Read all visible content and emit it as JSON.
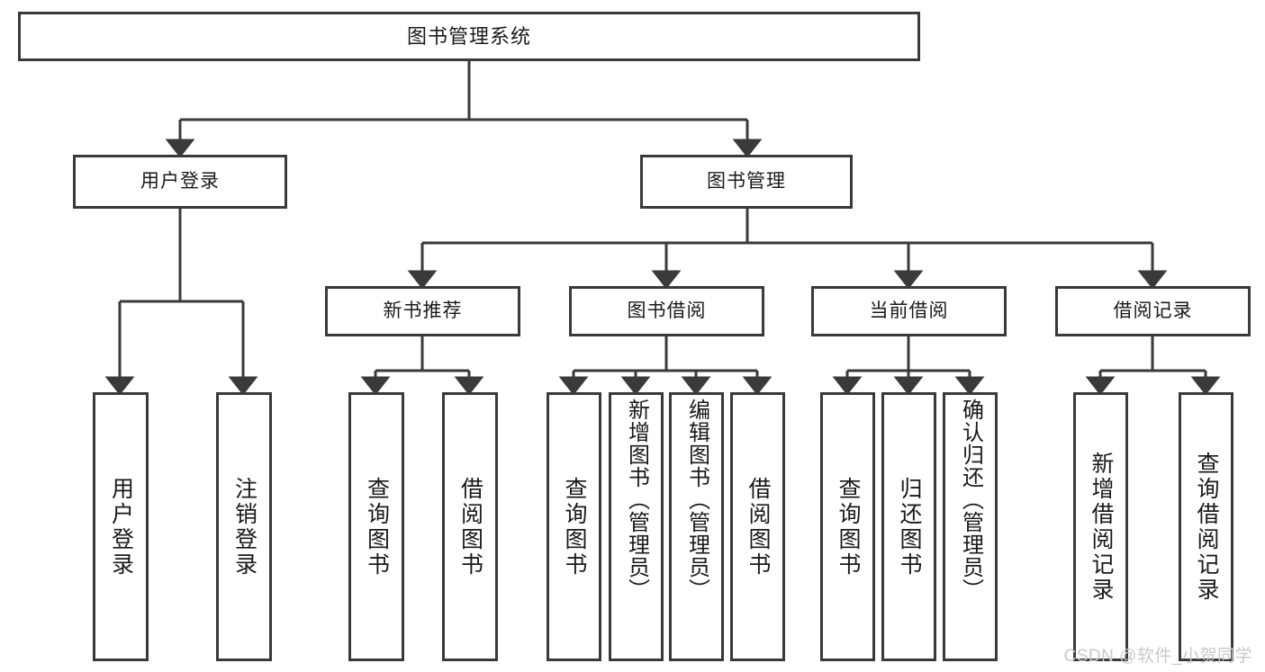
{
  "diagram": {
    "type": "tree",
    "title": "图书管理系统",
    "background_color": "#ffffff",
    "line_color": "#3a3a3a",
    "text_color": "#1a1a1a",
    "root": {
      "label": "图书管理系统"
    },
    "level1": [
      {
        "label": "用户登录"
      },
      {
        "label": "图书管理"
      }
    ],
    "level2": [
      {
        "label": "新书推荐"
      },
      {
        "label": "图书借阅"
      },
      {
        "label": "当前借阅"
      },
      {
        "label": "借阅记录"
      }
    ],
    "leaves": {
      "user_login": [
        {
          "label": "用户登录"
        },
        {
          "label": "注销登录"
        }
      ],
      "new_book_recommend": [
        {
          "label": "查询图书"
        },
        {
          "label": "借阅图书"
        }
      ],
      "book_borrow": [
        {
          "label": "查询图书"
        },
        {
          "label": "新增图书（管理员）"
        },
        {
          "label": "编辑图书（管理员）"
        },
        {
          "label": "借阅图书"
        }
      ],
      "current_borrow": [
        {
          "label": "查询图书"
        },
        {
          "label": "归还图书"
        },
        {
          "label": "确认归还（管理员）"
        }
      ],
      "borrow_record": [
        {
          "label": "新增借阅记录"
        },
        {
          "label": "查询借阅记录"
        }
      ]
    }
  },
  "watermark": {
    "text": "CSDN @软件_小贺同学",
    "color": "#c9c9c9"
  }
}
